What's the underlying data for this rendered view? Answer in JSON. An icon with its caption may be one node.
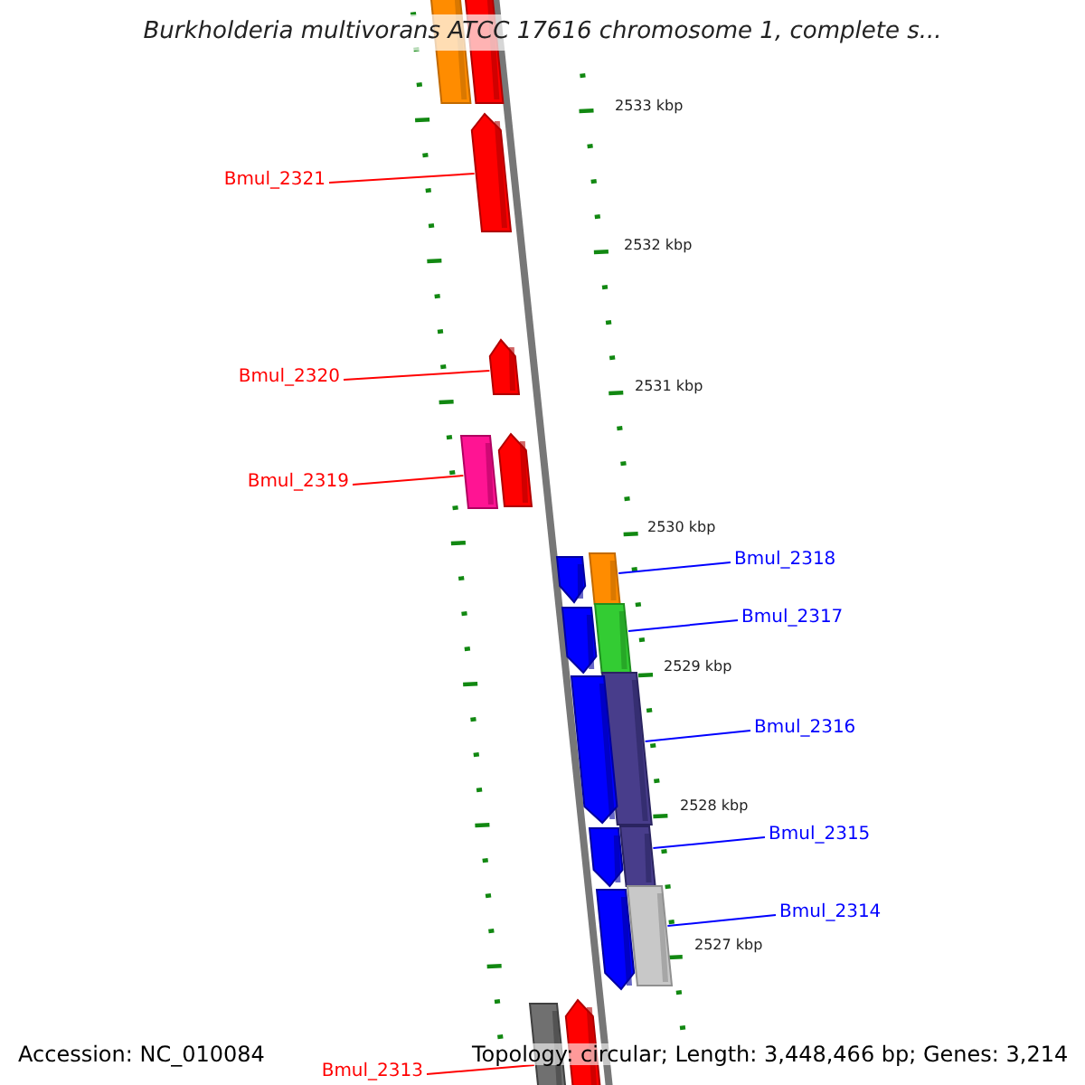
{
  "diagram": {
    "title": "Burkholderia multivorans ATCC 17616 chromosome 1, complete s...",
    "nodes": [
      {
        "text": [
          "Bmul_2321"
        ]
      },
      {
        "text": [],
        "shape": "arrow"
      },
      {
        "text": [
          "Bmul_2320"
        ]
      },
      {
        "text": [],
        "shape": "arrow"
      },
      {
        "text": [
          "Bmul_2319"
        ]
      },
      {
        "text": [],
        "shape": "bar"
      },
      {
        "text": [
          "Bmul_2318"
        ]
      },
      {
        "text": [],
        "shape": "bar"
      },
      {
        "text": [
          "Bmul_2317"
        ]
      },
      {
        "text": [],
        "shape": "bar"
      },
      {
        "text": [
          "Bmul_2316"
        ]
      },
      {
        "text": [],
        "shape": "bar"
      },
      {
        "text": [
          "Bmul_2315"
        ]
      },
      {
        "text": [],
        "shape": "bar"
      },
      {
        "text": [
          "Bmul_2314"
        ]
      },
      {
        "text": [],
        "shape": "bar"
      },
      {
        "text": [
          "Bmul_2313"
        ]
      },
      {
        "text": [],
        "shape": "bar"
      },
      {
        "text": [],
        "shape": "bar"
      },
      {
        "text": [],
        "shape": "bar"
      },
      {
        "text": [],
        "shape": "arrow"
      },
      {
        "text": [],
        "shape": "arrow"
      },
      {
        "text": [],
        "shape": "arrow"
      },
      {
        "text": [],
        "shape": "arrow"
      },
      {
        "text": [],
        "shape": "arrow"
      },
      {
        "text": [],
        "shape": "arrow"
      },
      {
        "text": [],
        "shape": "arrow"
      }
    ],
    "edges": [
      {
        "from": 0,
        "to": 1,
        "arrow": "none",
        "color": "#ff0000"
      },
      {
        "from": 2,
        "to": 3,
        "arrow": "none",
        "color": "#ff0000"
      },
      {
        "from": 4,
        "to": 5,
        "arrow": "none",
        "color": "#ff0000"
      },
      {
        "from": 6,
        "to": 7,
        "arrow": "none",
        "color": "#0000ff"
      },
      {
        "from": 8,
        "to": 9,
        "arrow": "none",
        "color": "#0000ff"
      },
      {
        "from": 10,
        "to": 11,
        "arrow": "none",
        "color": "#0000ff"
      },
      {
        "from": 12,
        "to": 13,
        "arrow": "none",
        "color": "#0000ff"
      },
      {
        "from": 14,
        "to": 15,
        "arrow": "none",
        "color": "#0000ff"
      },
      {
        "from": 16,
        "to": 17,
        "arrow": "none",
        "color": "#ff0000"
      }
    ],
    "labels": [
      "2533 kbp",
      "2532 kbp",
      "2531 kbp",
      "2530 kbp",
      "2529 kbp",
      "2528 kbp",
      "2527 kbp",
      "Accession: NC_010084",
      "Topology: circular; Length: 3,448,466 bp; Genes: 3,214"
    ]
  }
}
